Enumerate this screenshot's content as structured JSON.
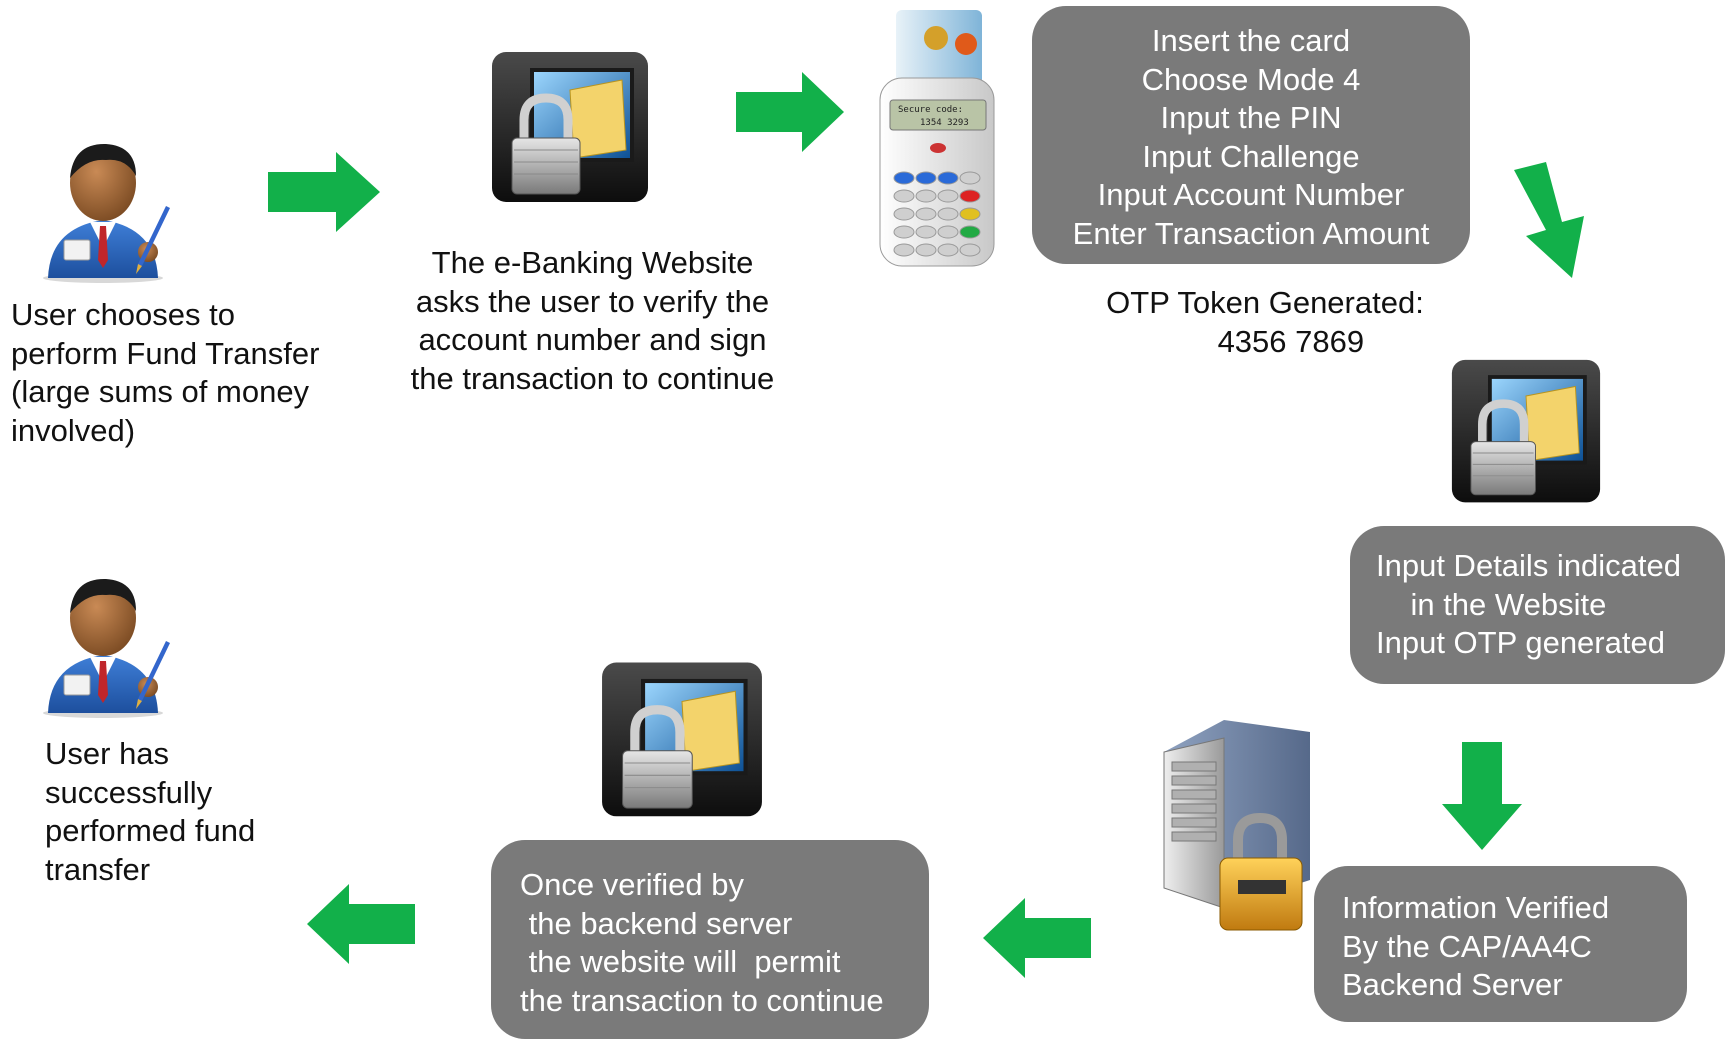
{
  "steps": {
    "user_start": "User chooses to\nperform Fund Transfer\n(large sums of money\ninvolved)",
    "website_verify": "The e-Banking Website\nasks the user to verify the\naccount number and sign\nthe transaction to continue",
    "reader_instructions": "Insert the card\nChoose Mode 4\nInput the PIN\nInput Challenge\nInput Account Number\nEnter Transaction Amount",
    "otp_generated": "OTP Token Generated:\n      4356 7869",
    "input_details": "Input Details indicated\n    in the Website\nInput OTP generated",
    "info_verified": "Information Verified\nBy the CAP/AA4C\nBackend Server",
    "website_permit": "Once verified by\n the backend server\n the website will  permit\nthe transaction to continue",
    "user_done": "User has\nsuccessfully\nperformed fund\ntransfer"
  },
  "card_reader": {
    "screen_line1": "Secure code:",
    "screen_line2": "1354 3293"
  },
  "colors": {
    "arrow": "#12b04a",
    "box": "#7a7a7a",
    "box_text": "#ffffff",
    "text": "#111111"
  },
  "icons": [
    "user-icon",
    "secure-website-icon",
    "card-reader-icon",
    "secure-server-icon"
  ]
}
